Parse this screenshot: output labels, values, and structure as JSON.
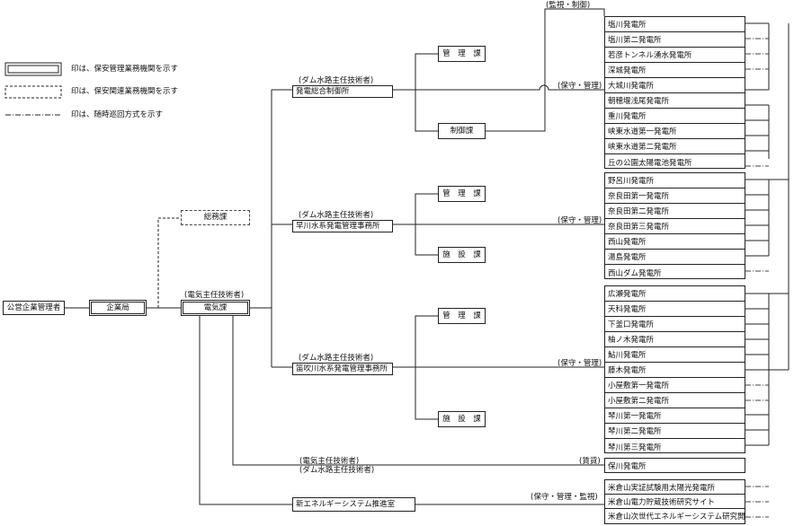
{
  "legend": [
    {
      "style": "double",
      "text": "印は、保安管理業務機関を示す"
    },
    {
      "style": "dashed",
      "text": "印は、保安関連業務機関を示す"
    },
    {
      "style": "dashdot",
      "text": "印は、随時巡回方式を示す"
    }
  ],
  "org": {
    "manager": "公営企業管理者",
    "bureau": "企業局",
    "general_affairs": "総務課",
    "electric_division": "電気課",
    "electric_chief_note": "(電気主任技術者)"
  },
  "offices": {
    "hatsuden": {
      "note": "(ダム水路主任技術者)",
      "name": "発電総合制御所",
      "sub1": "管　理　課",
      "sub2": "制御課"
    },
    "hayakawa": {
      "note": "(ダム水路主任技術者)",
      "name": "早川水系発電管理事務所",
      "sub1": "管　理　課",
      "sub2": "施　設　課"
    },
    "fuefuki": {
      "note": "(ダム水路主任技術者)",
      "name": "笛吹川水系発電管理事務所",
      "sub1": "管　理　課",
      "sub2": "施　設　課"
    },
    "hoken": {
      "note1": "(電気主任技術者)",
      "note2": "(ダム水路主任技術者)"
    },
    "newenergy": {
      "name": "新エネルギーシステム推進室"
    }
  },
  "relations": {
    "monitor_control": "(監視・制御)",
    "maint_mgmt_1": "(保守・管理)",
    "maint_mgmt_2": "(保守・管理)",
    "maint_mgmt_3": "(保守・管理)",
    "leased": "(賃貸)",
    "maint_mgmt_monitor": "(保守・管理・監視)"
  },
  "stations": {
    "group1": [
      "塩川発電所",
      "塩川第二発電所",
      "若彦トンネル湧水発電所",
      "深城発電所",
      "大城川発電所",
      "朝穂堰浅尾発電所",
      "重川発電所",
      "峡東水道第一発電所",
      "峡東水道第二発電所",
      "丘の公園太陽電池発電所"
    ],
    "group2": [
      "野呂川発電所",
      "奈良田第一発電所",
      "奈良田第二発電所",
      "奈良田第三発電所",
      "西山発電所",
      "湯島発電所",
      "西山ダム発電所"
    ],
    "group3": [
      "広瀬発電所",
      "天科発電所",
      "下釜口発電所",
      "柚ノ木発電所",
      "鮎川発電所",
      "藤木発電所",
      "小屋敷第一発電所",
      "小屋敷第二発電所",
      "琴川第一発電所",
      "琴川第二発電所",
      "琴川第三発電所"
    ],
    "hoken": "保川発電所",
    "group5": [
      "米倉山実証試験用太陽光発電所",
      "米倉山電力貯蔵技術研究サイト",
      "米倉山次世代エネルギーシステム研究開発ビレッジ"
    ]
  }
}
